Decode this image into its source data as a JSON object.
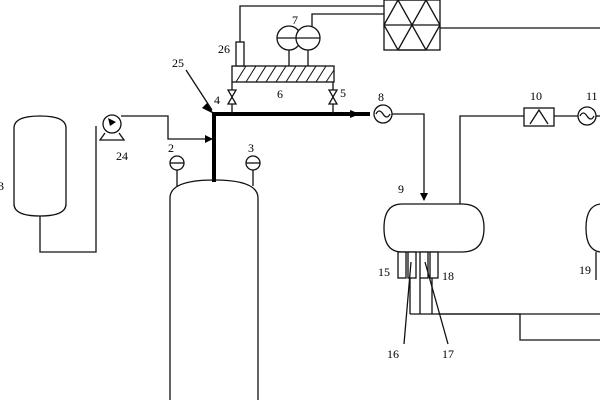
{
  "diagram": {
    "labels": {
      "l2": "2",
      "l3": "3",
      "l4": "4",
      "l5": "5",
      "l6": "6",
      "l7": "7",
      "l8": "8",
      "l9": "9",
      "l10": "10",
      "l11": "11",
      "l15": "15",
      "l16": "16",
      "l17": "17",
      "l18": "18",
      "l19": "19",
      "l23": "3",
      "l24": "24",
      "l25": "25",
      "l26": "26"
    },
    "icons": {
      "pump": "pump-icon",
      "heat_exchanger": "heat-exchanger-icon",
      "valve": "valve-icon",
      "gauge": "pressure-gauge-icon",
      "filter": "filter-icon",
      "transformer": "transformer-icon",
      "control_box": "control-box-icon"
    }
  }
}
